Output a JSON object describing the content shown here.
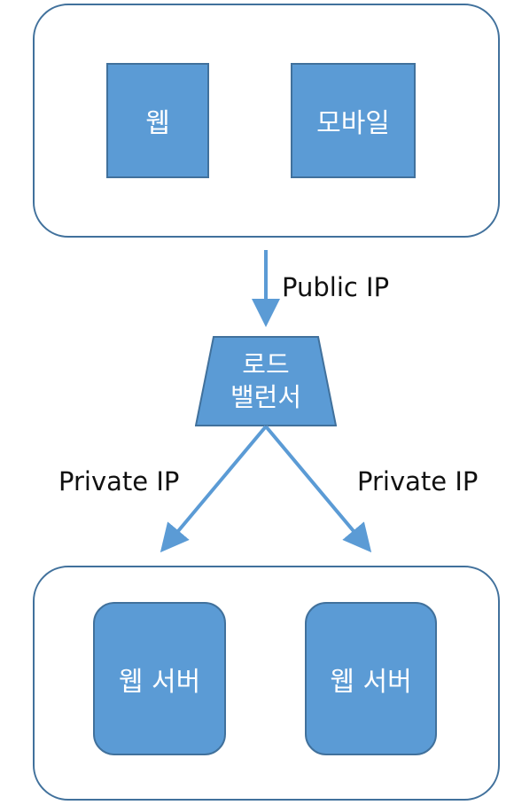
{
  "clients": {
    "web": "웹",
    "mobile": "모바일"
  },
  "load_balancer": {
    "label": "로드\n밸런서"
  },
  "connections": {
    "public": "Public IP",
    "private_left": "Private IP",
    "private_right": "Private IP"
  },
  "servers": [
    {
      "label": "웹 서버"
    },
    {
      "label": "웹 서버"
    }
  ],
  "colors": {
    "node_fill": "#5b9bd5",
    "node_border": "#41719c",
    "arrow": "#5b9bd5",
    "node_text": "#ffffff"
  }
}
